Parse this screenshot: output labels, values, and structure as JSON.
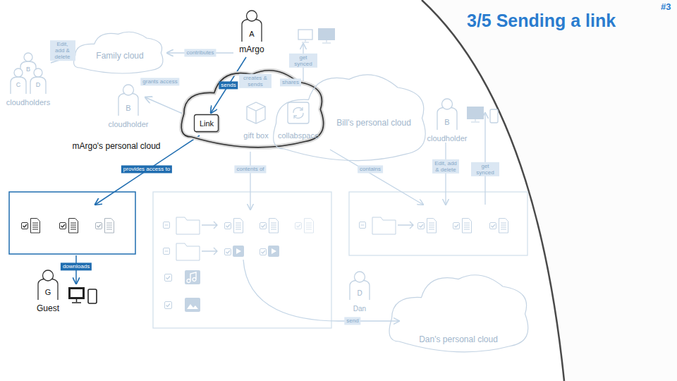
{
  "diagram": {
    "title": "3/5 Sending a link",
    "nodes": [
      {
        "text": [
          "A",
          "mArgo"
        ]
      },
      {
        "text": [
          "Family cloud"
        ]
      },
      {
        "text": [
          "B",
          "C",
          "D",
          "cloudholders"
        ]
      },
      {
        "text": [
          "B",
          "cloudholder"
        ]
      },
      {
        "text": [
          "mArgo's personal cloud"
        ]
      },
      {
        "text": [
          "Link"
        ],
        "in": 4
      },
      {
        "text": [
          "gift box"
        ],
        "in": 4
      },
      {
        "text": [
          "collabspace"
        ],
        "in": 4
      },
      {
        "text": [
          "Bill's personal cloud"
        ]
      },
      {
        "text": [
          "B",
          "cloudholder"
        ]
      },
      {
        "text": [
          "D",
          "Dan"
        ]
      },
      {
        "text": [
          "Dan's personal cloud"
        ]
      },
      {
        "text": [
          "G",
          "Guest"
        ]
      }
    ],
    "edges": [
      {
        "from": 0,
        "to": 1,
        "label": "contributes",
        "arrow": "to"
      },
      {
        "from": 0,
        "to": 5,
        "label": "sends",
        "arrow": "to"
      },
      {
        "from": 4,
        "to": 3,
        "label": "grants access",
        "arrow": "to"
      },
      {
        "from": 2,
        "to": 1,
        "label": "Edit, add & delete",
        "arrow": "to"
      }
    ],
    "labels": [
      "#3",
      "provides access to",
      "downloads",
      "creates & sends",
      "shares",
      "get synced",
      "contents of",
      "contains",
      "Edit, add & delete",
      "get synced",
      "send"
    ]
  }
}
